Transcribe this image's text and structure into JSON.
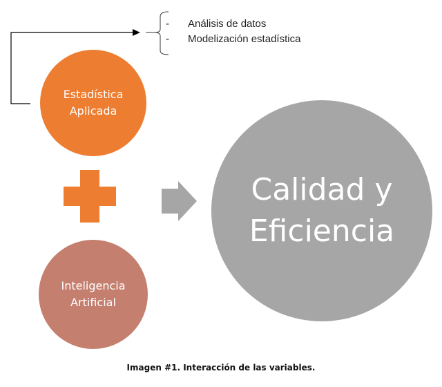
{
  "bullets": {
    "items": [
      "Análisis de datos",
      "Modelización estadística"
    ],
    "marker": "-"
  },
  "nodes": {
    "estadistica": {
      "line1": "Estadística",
      "line2": "Aplicada",
      "color": "#ed7d31"
    },
    "inteligencia": {
      "line1": "Inteligencia",
      "line2": "Artificial",
      "color": "#c47f6f"
    },
    "resultado": {
      "line1": "Calidad y",
      "line2": "Eficiencia",
      "color": "#a6a6a6"
    }
  },
  "plus_color": "#ed7d31",
  "arrow_color": "#a6a6a6",
  "caption": "Imagen #1. Interacción de las variables."
}
